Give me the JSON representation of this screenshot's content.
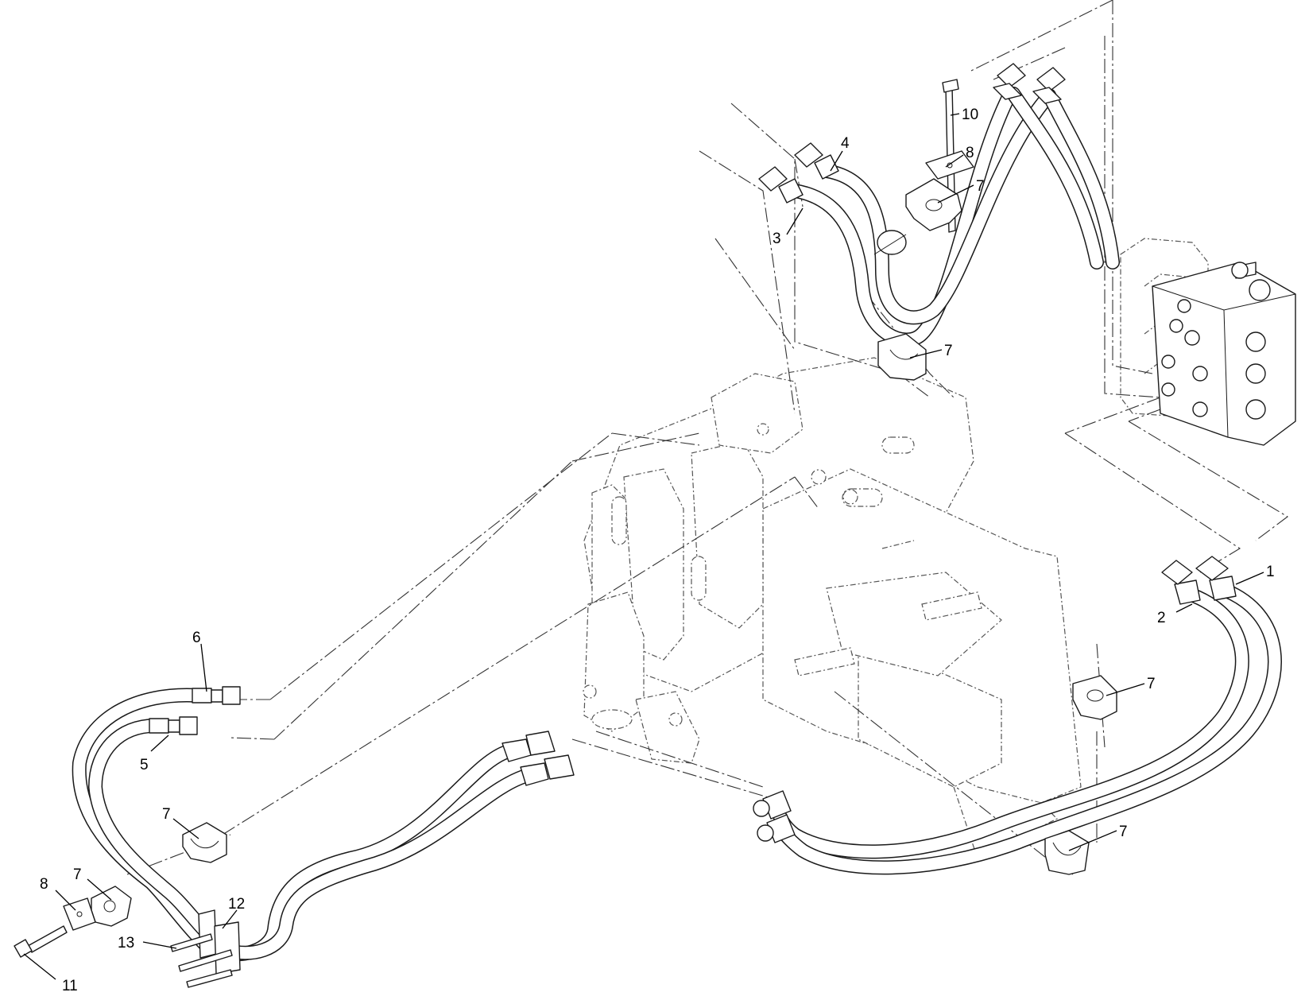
{
  "callouts": [
    {
      "label": "1"
    },
    {
      "label": "2"
    },
    {
      "label": "3"
    },
    {
      "label": "4"
    },
    {
      "label": "5"
    },
    {
      "label": "6"
    },
    {
      "label": "7"
    },
    {
      "label": "7"
    },
    {
      "label": "7"
    },
    {
      "label": "7"
    },
    {
      "label": "7"
    },
    {
      "label": "7"
    },
    {
      "label": "8"
    },
    {
      "label": "8"
    },
    {
      "label": "10"
    },
    {
      "label": "11"
    },
    {
      "label": "12"
    },
    {
      "label": "13"
    }
  ]
}
